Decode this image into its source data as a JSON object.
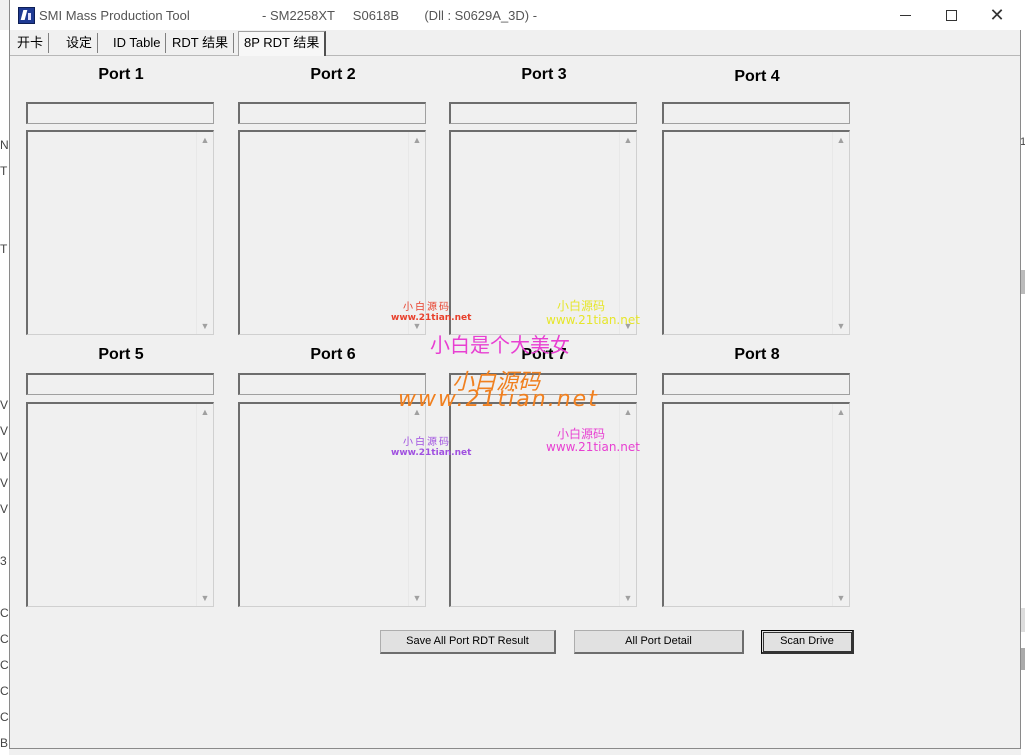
{
  "window": {
    "title": "SMI Mass Production Tool                    - SM2258XT     S0618B       (Dll : S0629A_3D) -"
  },
  "tabs": [
    "开卡",
    "设定",
    "ID Table",
    "RDT 结果",
    "8P RDT 结果"
  ],
  "ports": [
    "Port 1",
    "Port 2",
    "Port 3",
    "Port 4",
    "Port 5",
    "Port 6",
    "Port 7",
    "Port 8"
  ],
  "buttons": {
    "save_all": "Save All Port RDT Result",
    "all_detail": "All Port Detail",
    "scan_drive": "Scan Drive"
  },
  "watermarks": {
    "small1_cn": "小白源码",
    "small1_url": "www.21tian.net",
    "small2_cn": "小白源码",
    "small2_url": "www.21tian.net",
    "main_line1": "小白是个大美女",
    "main_line2": "小白源码",
    "main_url": "www.21tian.net",
    "small3_cn": "小白源码",
    "small3_url": "www.21tian.net",
    "small4_cn": "小白源码",
    "small4_url": "www.21tian.net"
  },
  "background_app": {
    "left_glyphs": [
      "N",
      "T",
      "T",
      "V",
      "V",
      "V",
      "V",
      "V",
      "3",
      "C",
      "C",
      "C",
      "C",
      "C",
      "B"
    ],
    "right_glyph": "1"
  },
  "colors": {
    "wm_red": "#e8402c",
    "wm_yellow": "#e6e62a",
    "wm_magenta": "#e83fd2",
    "wm_orange": "#f08020",
    "wm_purple": "#a050e0"
  }
}
